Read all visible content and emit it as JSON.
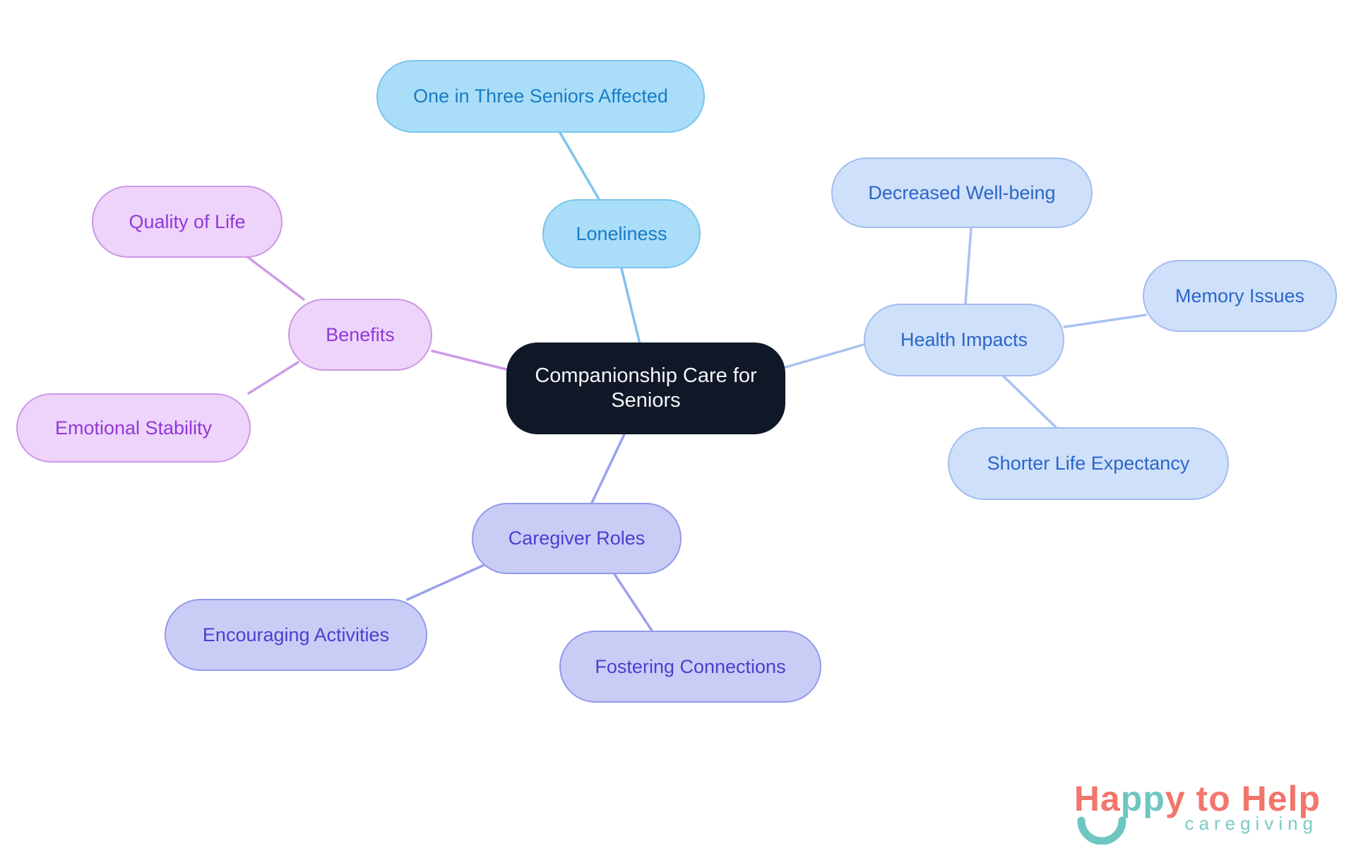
{
  "diagram_title": "Companionship Care for Seniors mind map",
  "nodes": {
    "center": {
      "label": "Companionship Care for Seniors"
    },
    "loneliness": {
      "label": "Loneliness"
    },
    "one_in_three": {
      "label": "One in Three Seniors Affected"
    },
    "health": {
      "label": "Health Impacts"
    },
    "decreased": {
      "label": "Decreased Well-being"
    },
    "memory": {
      "label": "Memory Issues"
    },
    "shorter": {
      "label": "Shorter Life Expectancy"
    },
    "benefits": {
      "label": "Benefits"
    },
    "quality": {
      "label": "Quality of Life"
    },
    "emotional": {
      "label": "Emotional Stability"
    },
    "caregiver": {
      "label": "Caregiver Roles"
    },
    "encouraging": {
      "label": "Encouraging Activities"
    },
    "fostering": {
      "label": "Fostering Connections"
    }
  },
  "structure": {
    "center": "Companionship Care for Seniors",
    "branches": [
      {
        "label": "Loneliness",
        "children": [
          "One in Three Seniors Affected"
        ]
      },
      {
        "label": "Health Impacts",
        "children": [
          "Decreased Well-being",
          "Memory Issues",
          "Shorter Life Expectancy"
        ]
      },
      {
        "label": "Benefits",
        "children": [
          "Quality of Life",
          "Emotional Stability"
        ]
      },
      {
        "label": "Caregiver Roles",
        "children": [
          "Encouraging Activities",
          "Fostering Connections"
        ]
      }
    ]
  },
  "colors": {
    "center_bg": "#101726",
    "center_text": "#f5f6f8",
    "sky_fill": "#a9ddf8",
    "sky_border": "#7cc4ee",
    "sky_text": "#1a7cc4",
    "sky_edge": "#7fc3ee",
    "periwinkle_fill": "#cfe0fa",
    "periwinkle_border": "#a2bdf0",
    "periwinkle_text": "#2b66c8",
    "periwinkle_edge": "#a9c2f1",
    "lilac_fill": "#eed4fa",
    "lilac_border": "#cb97e6",
    "lilac_text": "#9138d8",
    "lilac_edge": "#cb9ce7",
    "lavender_fill": "#c9cdf6",
    "lavender_border": "#9299ea",
    "lavender_text": "#4a3fcf",
    "lavender_edge": "#9ba1ed",
    "logo_coral": "#f2766b",
    "logo_teal": "#6ec6c1"
  },
  "logo": {
    "part_ha": "Ha",
    "part_pp": "pp",
    "part_y": "y",
    "part_to": " to ",
    "part_help": "Help",
    "subtitle": "caregiving"
  }
}
